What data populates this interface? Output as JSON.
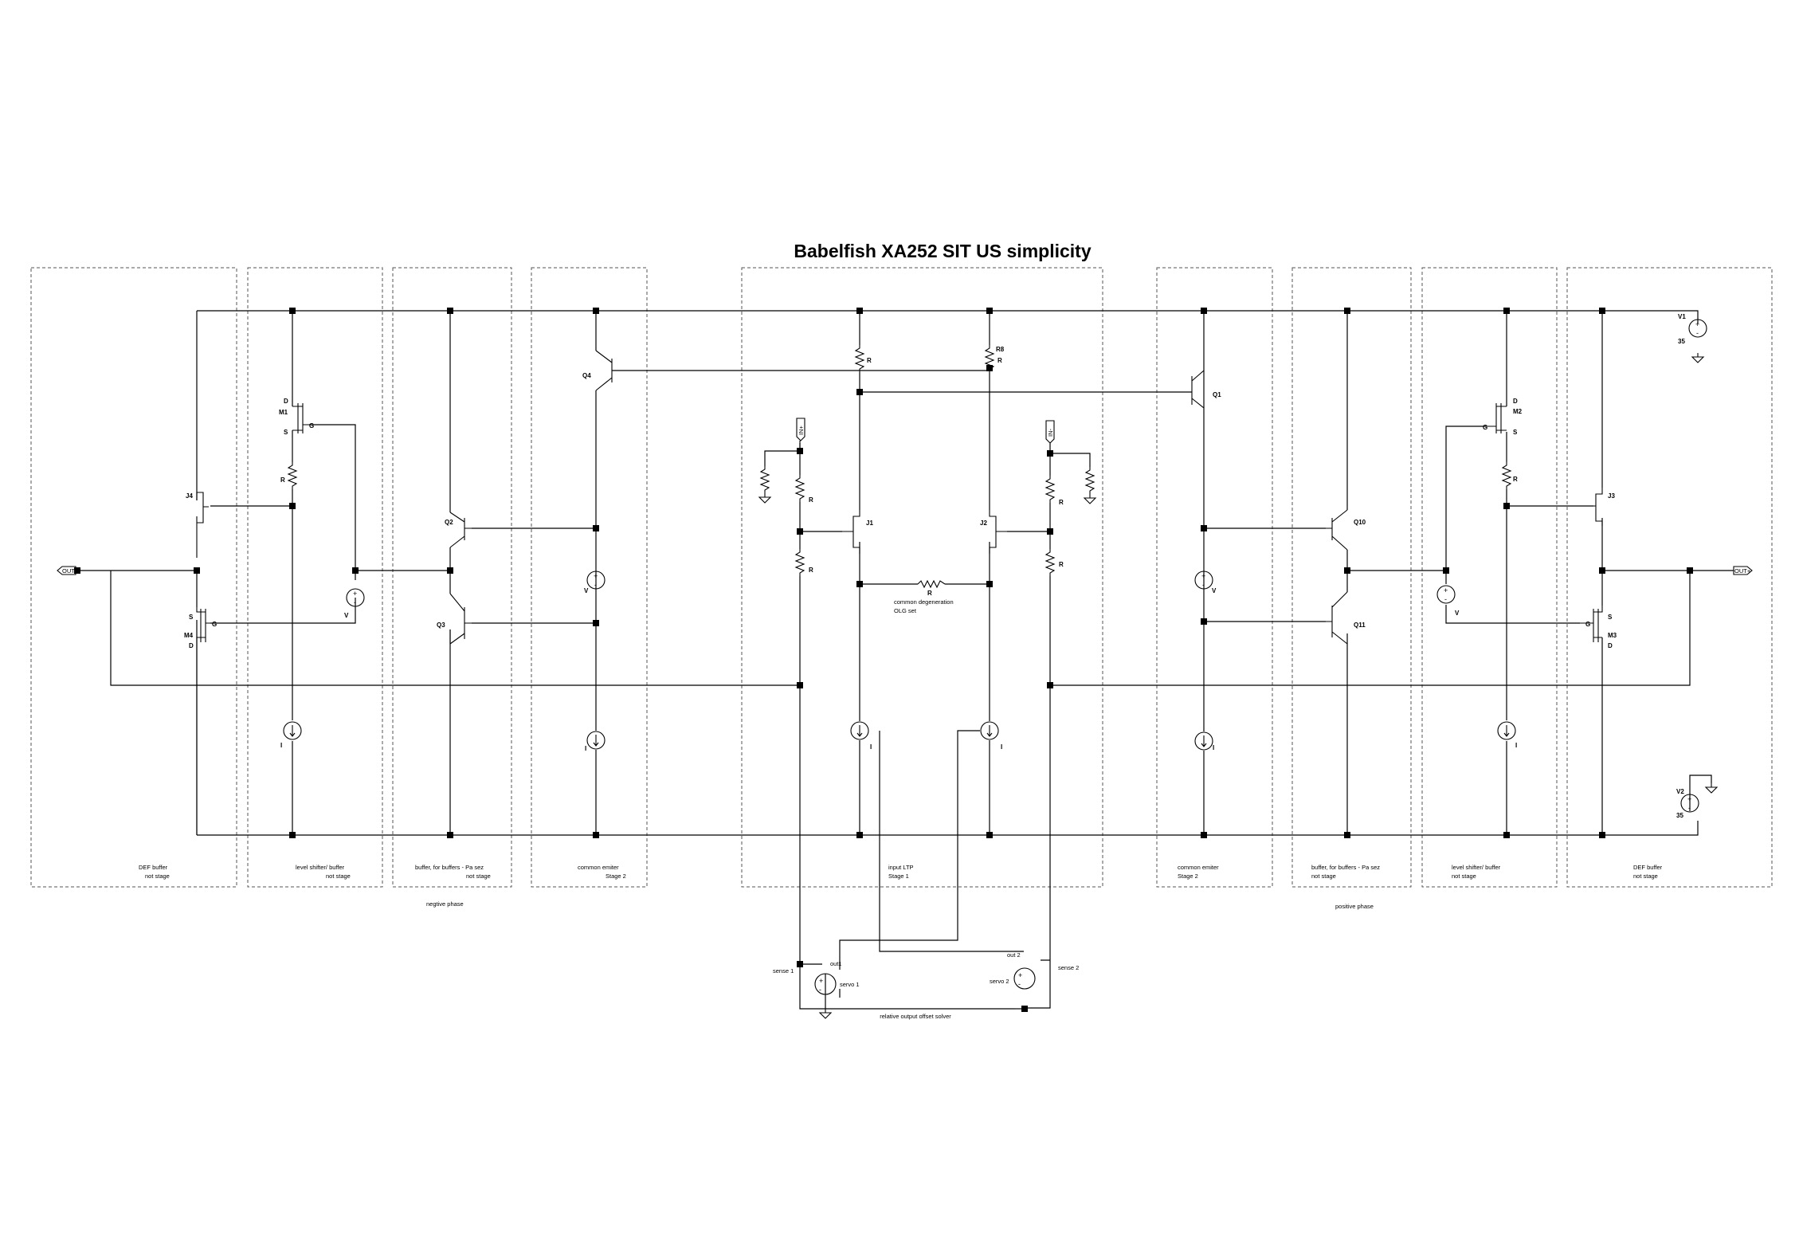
{
  "title": "Babelfish XA252 SIT US simplicity",
  "blocks": [
    {
      "line1": "DEF buffer",
      "line2": "not stage"
    },
    {
      "line1": "level shifter/ buffer",
      "line2": "not stage"
    },
    {
      "line1": "buffer, for buffers - Pa sez",
      "line2": "not stage"
    },
    {
      "line1": "common emiter",
      "line2": "Stage 2"
    },
    {
      "line1": "input LTP",
      "line2": "Stage 1"
    },
    {
      "line1": "common emiter",
      "line2": "Stage 2"
    },
    {
      "line1": "buffer, for buffers - Pa sez",
      "line2": "not stage"
    },
    {
      "line1": "level shifter/ buffer",
      "line2": "not stage"
    },
    {
      "line1": "DEF buffer",
      "line2": "not stage"
    }
  ],
  "phases": {
    "negative": "negtive phase",
    "positive": "positive phase"
  },
  "ports": {
    "out_minus": "OUT-",
    "out_plus": "OUT+",
    "in_plus": "IN+",
    "in_minus": "IN-"
  },
  "components": {
    "J4": "J4",
    "M1": "M1",
    "M4": "M4",
    "Q2": "Q2",
    "Q3": "Q3",
    "Q4": "Q4",
    "J1": "J1",
    "J2": "J2",
    "R8": "R8",
    "Q1": "Q1",
    "Q10": "Q10",
    "Q11": "Q11",
    "M2": "M2",
    "M3": "M3",
    "J3": "J3",
    "V1": "V1",
    "V2": "V2",
    "R": "R",
    "V": "V",
    "I": "I",
    "D": "D",
    "S": "S",
    "G": "G",
    "v1_value": "35",
    "v2_value": "35"
  },
  "annotations": {
    "common_degeneration_1": "common degeneration",
    "common_degeneration_2": "OLG set",
    "servo_section": "relative output offset solver",
    "sense1": "sense 1",
    "sense2": "sense 2",
    "servo1": "servo 1",
    "servo2": "servo 2",
    "out1": "out1",
    "out2": "out 2"
  }
}
